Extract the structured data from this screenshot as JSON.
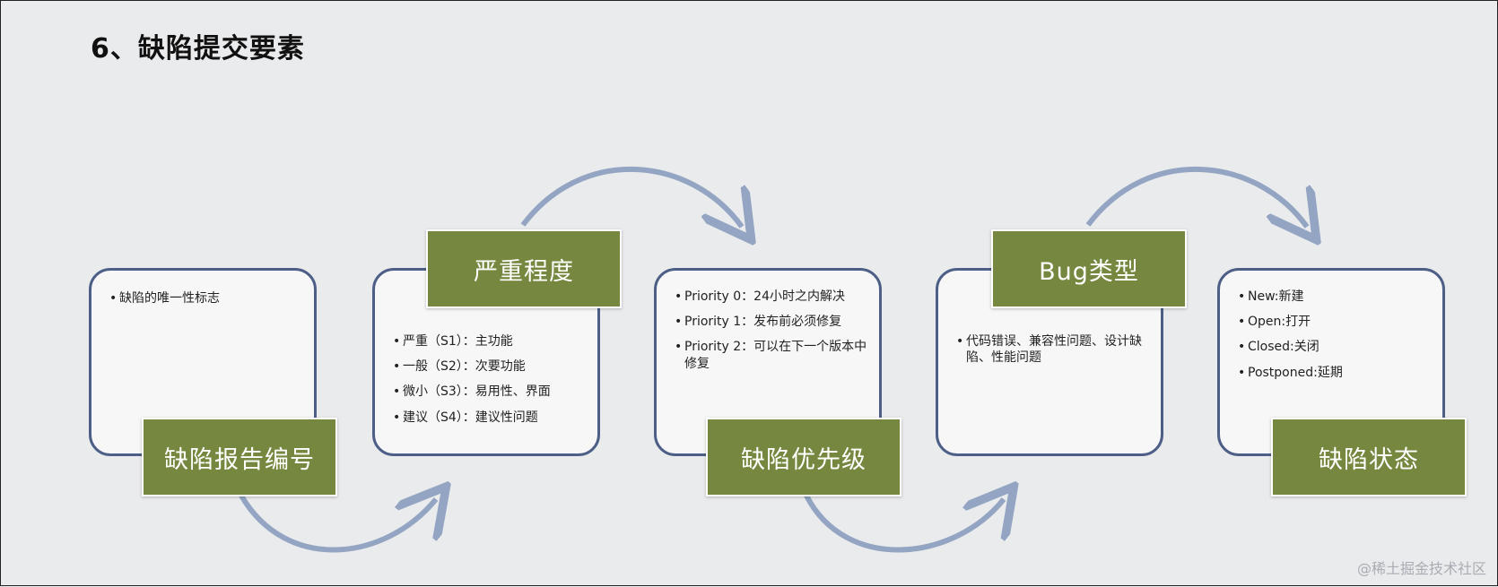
{
  "title": "6、缺陷提交要素",
  "accent_colors": {
    "tag_fill": "#76883f",
    "box_border": "#4d5f86",
    "arc_stroke": "#93a5c2"
  },
  "elements": [
    {
      "tag": "缺陷报告编号",
      "items": [
        "缺陷的唯一性标志"
      ]
    },
    {
      "tag": "严重程度",
      "items": [
        "严重（S1）：主功能",
        "一般（S2）：次要功能",
        "微小（S3）：易用性、界面",
        "建议（S4）：建议性问题"
      ]
    },
    {
      "tag": "缺陷优先级",
      "items": [
        "Priority 0：24小时之内解决",
        "Priority 1：发布前必须修复",
        "Priority 2：可以在下一个版本中修复"
      ]
    },
    {
      "tag": "Bug类型",
      "items": [
        "代码错误、兼容性问题、设计缺陷、性能问题"
      ]
    },
    {
      "tag": "缺陷状态",
      "items": [
        "New:新建",
        "Open:打开",
        "Closed:关闭",
        "Postponed:延期"
      ]
    }
  ],
  "watermark": "@稀土掘金技术社区"
}
